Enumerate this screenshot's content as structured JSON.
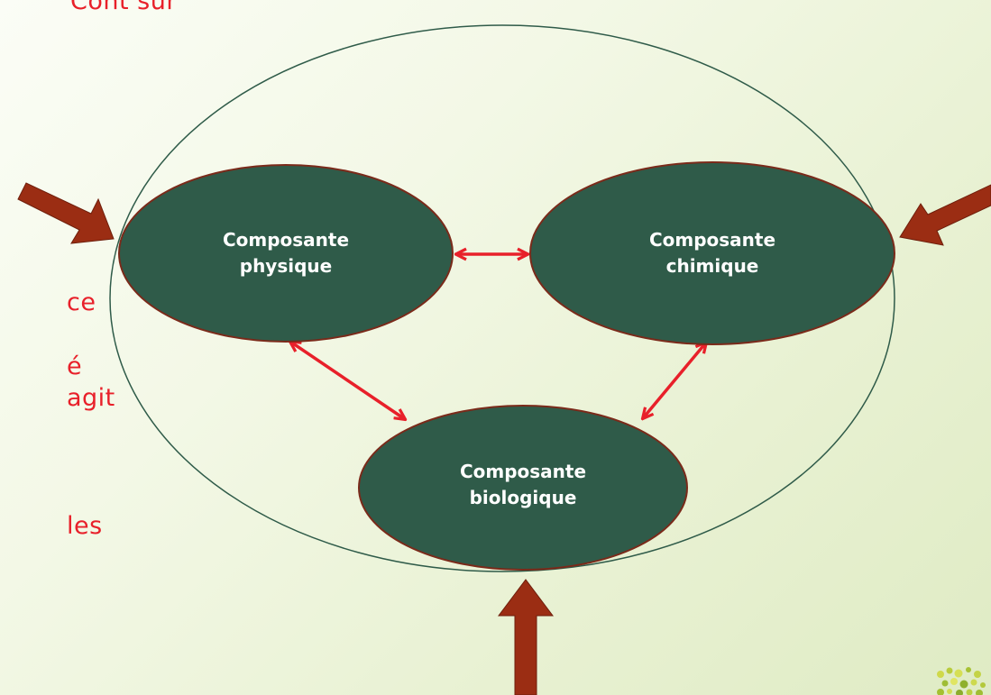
{
  "text_fragments": [
    "Cont sur",
    "ce",
    "é",
    "agit",
    "les"
  ],
  "nodes": {
    "physique": {
      "line1": "Composante",
      "line2": "physique"
    },
    "chimique": {
      "line1": "Composante",
      "line2": "chimique"
    },
    "biologique": {
      "line1": "Composante",
      "line2": "biologique"
    }
  },
  "colors": {
    "node_fill": "#2f5b49",
    "node_border": "#7a2a1a",
    "interaction_arrow": "#e8202a",
    "input_arrow": "#9b2d13",
    "outer_circle": "#2f5b49",
    "text_red": "#e8202a"
  }
}
